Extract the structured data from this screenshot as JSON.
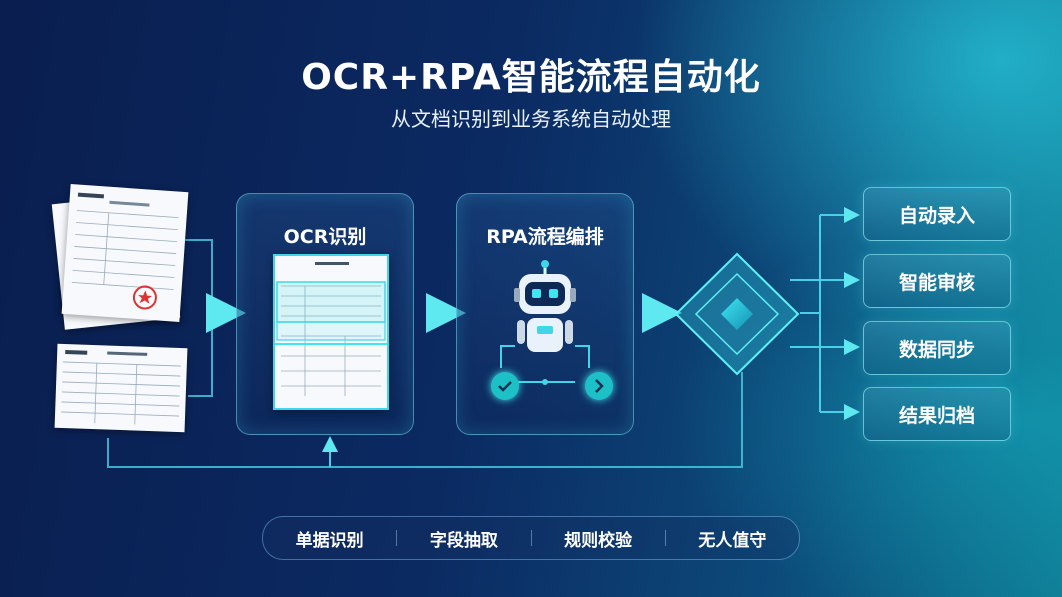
{
  "title": "OCR+RPA智能流程自动化",
  "subtitle": "从文档识别到业务系统自动处理",
  "panels": {
    "ocr_title": "OCR识别",
    "rpa_title": "RPA流程编排"
  },
  "outputs": [
    "自动录入",
    "智能审核",
    "数据同步",
    "结果归档"
  ],
  "features": [
    "单据识别",
    "字段抽取",
    "规则校验",
    "无人值守"
  ],
  "colors": {
    "accent": "#38e0e8",
    "background": "#0b2a62",
    "text": "#ffffff"
  },
  "icons": [
    "document-icon",
    "robot-icon",
    "check-icon",
    "arrow-right-icon",
    "diamond-decision-icon"
  ]
}
